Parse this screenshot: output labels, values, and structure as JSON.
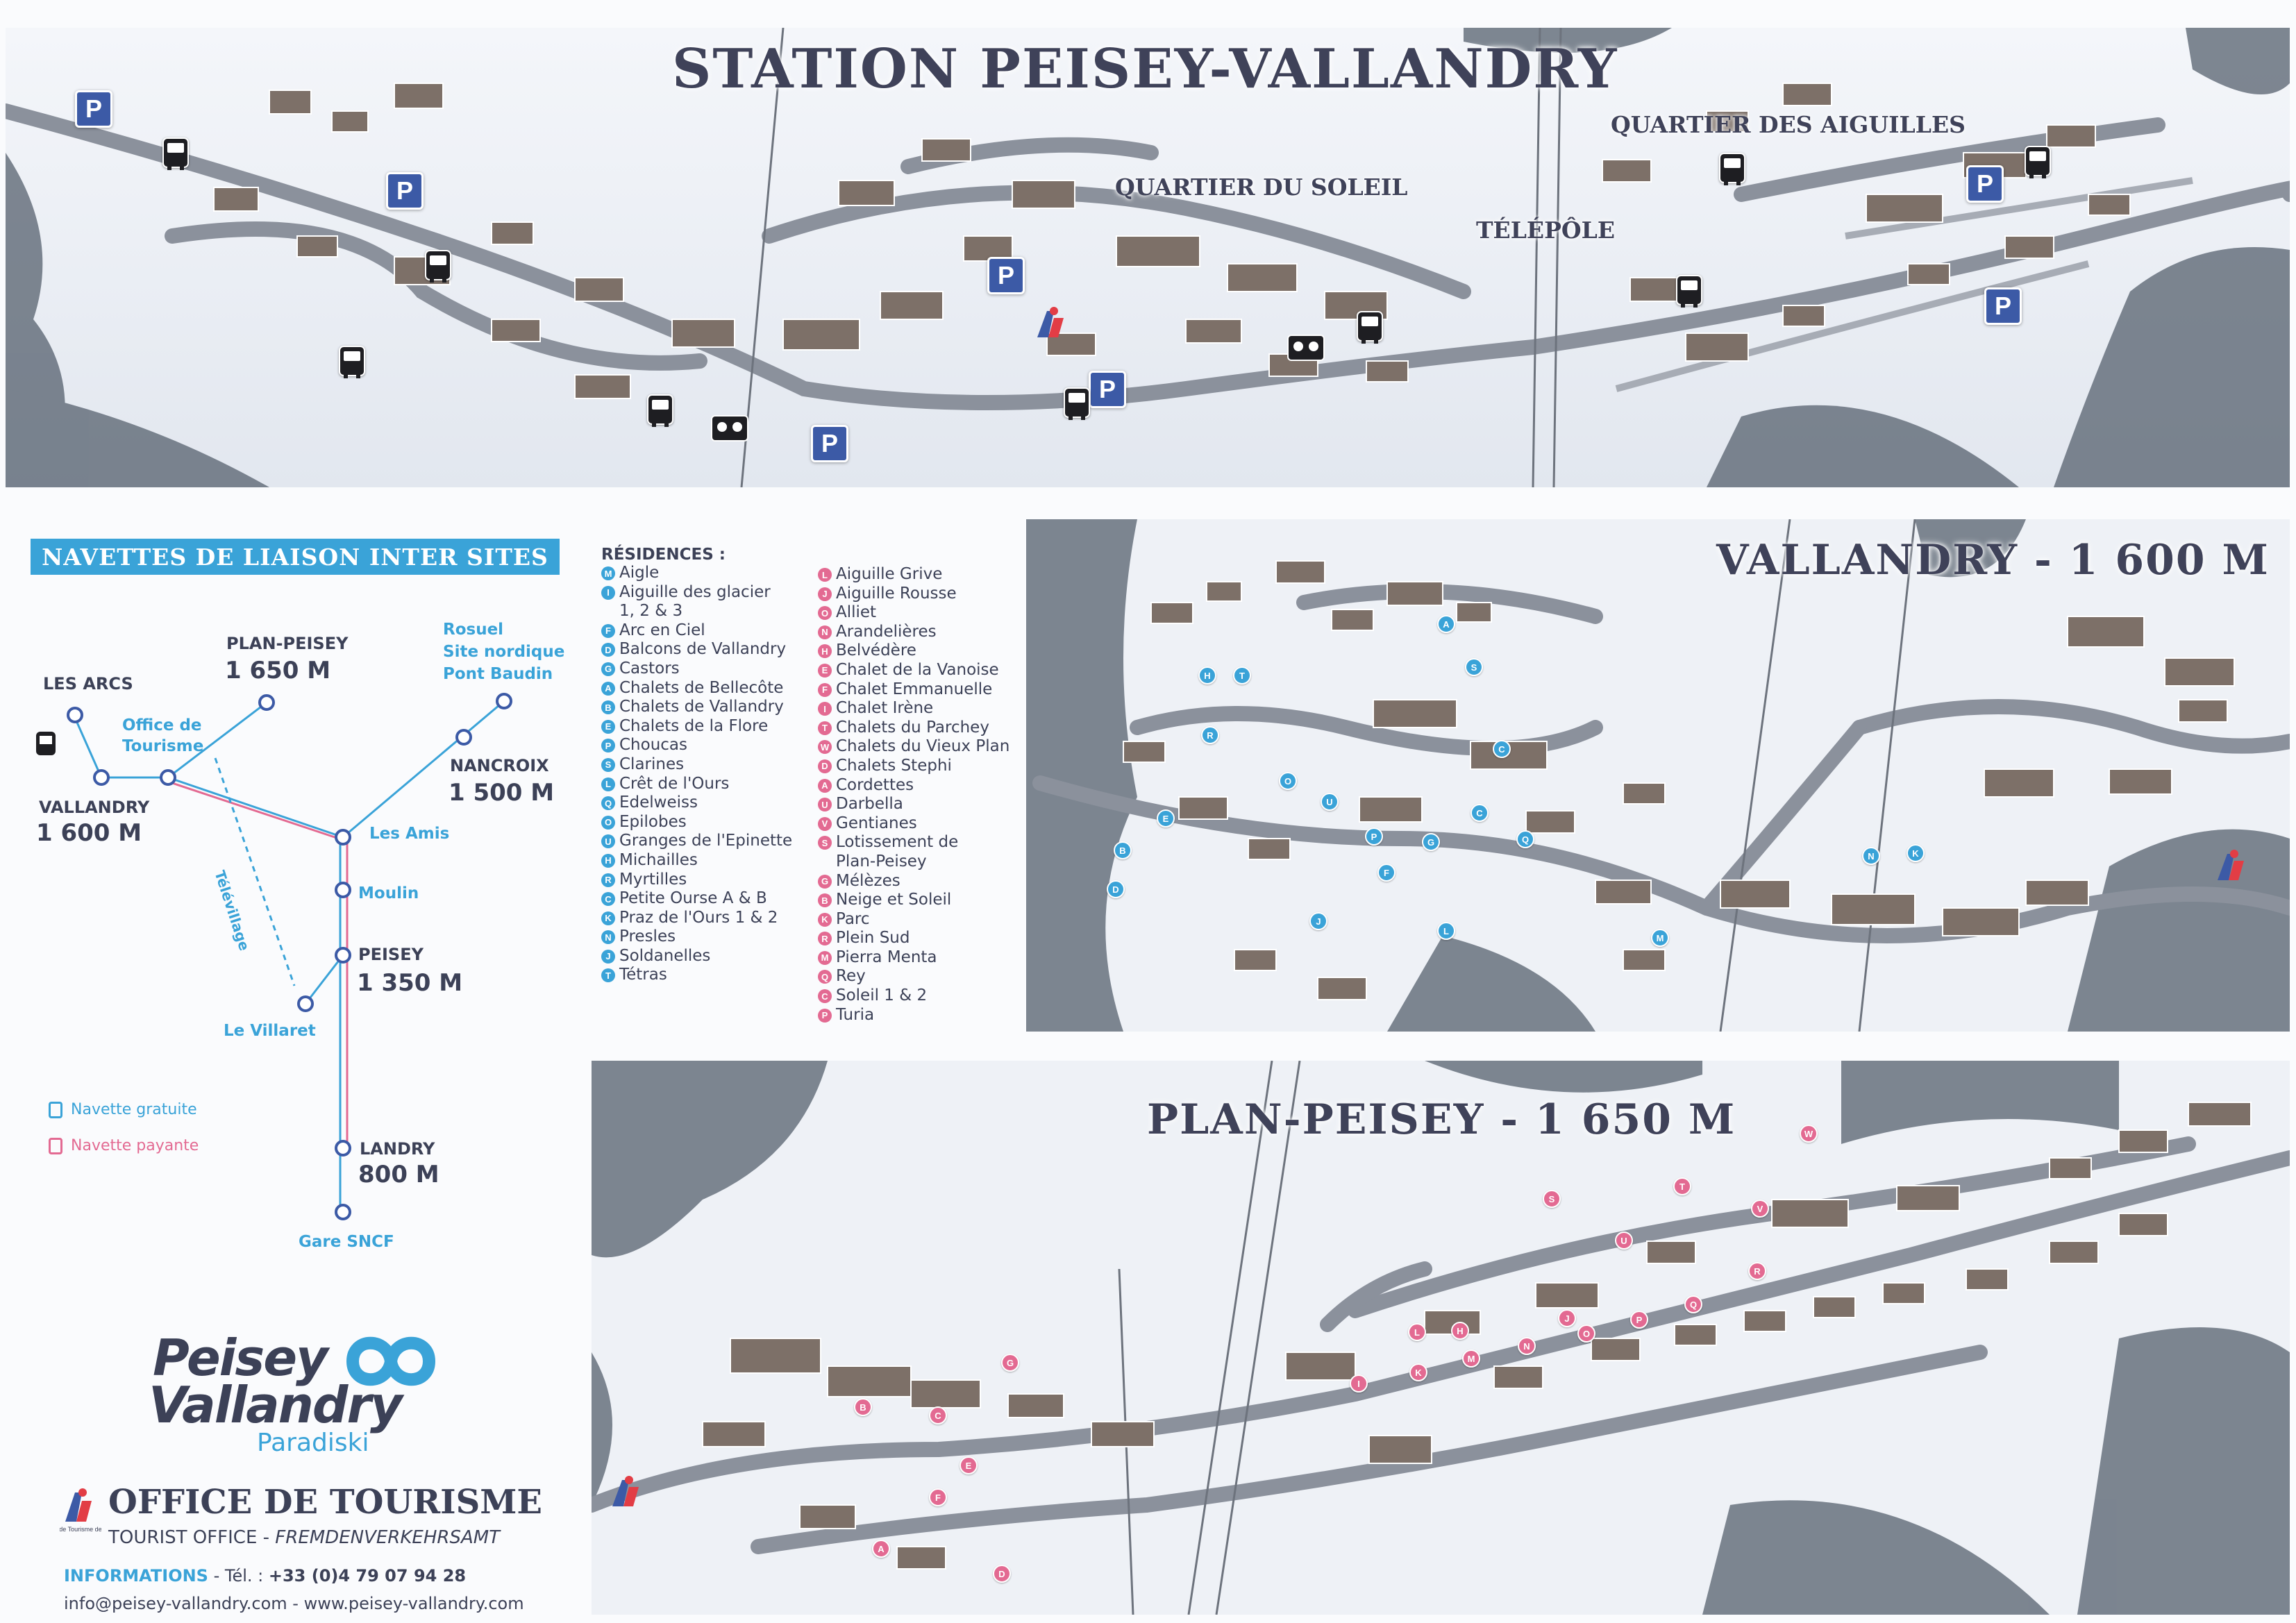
{
  "top_map": {
    "title": "STATION PEISEY-VALLANDRY",
    "labels": {
      "soleil": "QUARTIER DU SOLEIL",
      "aiguilles": "QUARTIER DES AIGUILLES",
      "telepole": "TÉLÉPÔLE"
    },
    "parking_letter": "P"
  },
  "vallandry_map": {
    "title": "VALLANDRY - 1 600 M"
  },
  "plan_map": {
    "title": "PLAN-PEISEY - 1 650 M"
  },
  "navettes": {
    "title": "NAVETTES DE LIAISON INTER SITES",
    "les_arcs": "LES ARCS",
    "plan_peisey": "PLAN-PEISEY",
    "plan_peisey_alt": "1 650 M",
    "rosuel": "Rosuel",
    "site_nordique": "Site nordique",
    "pont_baudin": "Pont Baudin",
    "office_1": "Office de",
    "office_2": "Tourisme",
    "vallandry": "VALLANDRY",
    "vallandry_alt": "1 600 M",
    "nancroix": "NANCROIX",
    "nancroix_alt": "1 500 M",
    "les_amis": "Les Amis",
    "televillage": "Télévillage",
    "moulin": "Moulin",
    "peisey": "PEISEY",
    "peisey_alt": "1 350 M",
    "le_villaret": "Le Villaret",
    "landry": "LANDRY",
    "landry_alt": "800 M",
    "gare": "Gare SNCF",
    "legend_free": "Navette gratuite",
    "legend_paid": "Navette payante",
    "colors": {
      "free": "#3aa3d8",
      "paid": "#e36a92"
    }
  },
  "residences": {
    "heading": "RÉSIDENCES :",
    "col1": [
      {
        "k": "M",
        "c": "b",
        "t": "Aigle"
      },
      {
        "k": "I",
        "c": "b",
        "t": "Aiguille des glacier"
      },
      {
        "k": "",
        "c": "",
        "t": "1, 2 & 3"
      },
      {
        "k": "F",
        "c": "b",
        "t": "Arc en Ciel"
      },
      {
        "k": "D",
        "c": "b",
        "t": "Balcons de Vallandry"
      },
      {
        "k": "G",
        "c": "b",
        "t": "Castors"
      },
      {
        "k": "A",
        "c": "b",
        "t": "Chalets de Bellecôte"
      },
      {
        "k": "B",
        "c": "b",
        "t": "Chalets de Vallandry"
      },
      {
        "k": "E",
        "c": "b",
        "t": "Chalets de la Flore"
      },
      {
        "k": "P",
        "c": "b",
        "t": "Choucas"
      },
      {
        "k": "S",
        "c": "b",
        "t": "Clarines"
      },
      {
        "k": "L",
        "c": "b",
        "t": "Crêt de l'Ours"
      },
      {
        "k": "Q",
        "c": "b",
        "t": "Edelweiss"
      },
      {
        "k": "O",
        "c": "b",
        "t": "Epilobes"
      },
      {
        "k": "U",
        "c": "b",
        "t": "Granges de l'Epinette"
      },
      {
        "k": "H",
        "c": "b",
        "t": "Michailles"
      },
      {
        "k": "R",
        "c": "b",
        "t": "Myrtilles"
      },
      {
        "k": "C",
        "c": "b",
        "t": "Petite Ourse A & B"
      },
      {
        "k": "K",
        "c": "b",
        "t": "Praz de l'Ours 1 & 2"
      },
      {
        "k": "N",
        "c": "b",
        "t": "Presles"
      },
      {
        "k": "J",
        "c": "b",
        "t": "Soldanelles"
      },
      {
        "k": "T",
        "c": "b",
        "t": "Tétras"
      }
    ],
    "col2": [
      {
        "k": "L",
        "c": "p",
        "t": "Aiguille Grive"
      },
      {
        "k": "J",
        "c": "p",
        "t": "Aiguille Rousse"
      },
      {
        "k": "O",
        "c": "p",
        "t": "Alliet"
      },
      {
        "k": "N",
        "c": "p",
        "t": "Arandelières"
      },
      {
        "k": "H",
        "c": "p",
        "t": "Belvédère"
      },
      {
        "k": "E",
        "c": "p",
        "t": "Chalet de la Vanoise"
      },
      {
        "k": "F",
        "c": "p",
        "t": "Chalet Emmanuelle"
      },
      {
        "k": "I",
        "c": "p",
        "t": "Chalet Irène"
      },
      {
        "k": "T",
        "c": "p",
        "t": "Chalets du Parchey"
      },
      {
        "k": "W",
        "c": "p",
        "t": "Chalets du Vieux Plan"
      },
      {
        "k": "D",
        "c": "p",
        "t": "Chalets Stephi"
      },
      {
        "k": "A",
        "c": "p",
        "t": "Cordettes"
      },
      {
        "k": "U",
        "c": "p",
        "t": "Darbella"
      },
      {
        "k": "V",
        "c": "p",
        "t": "Gentianes"
      },
      {
        "k": "S",
        "c": "p",
        "t": "Lotissement de"
      },
      {
        "k": "",
        "c": "",
        "t": "Plan-Peisey"
      },
      {
        "k": "G",
        "c": "p",
        "t": "Mélèzes"
      },
      {
        "k": "B",
        "c": "p",
        "t": "Neige et Soleil"
      },
      {
        "k": "K",
        "c": "p",
        "t": "Parc"
      },
      {
        "k": "R",
        "c": "p",
        "t": "Plein Sud"
      },
      {
        "k": "M",
        "c": "p",
        "t": "Pierra Menta"
      },
      {
        "k": "Q",
        "c": "p",
        "t": "Rey"
      },
      {
        "k": "C",
        "c": "p",
        "t": "Soleil 1 & 2"
      },
      {
        "k": "P",
        "c": "p",
        "t": "Turia"
      }
    ]
  },
  "vallandry_markers": [
    "A",
    "S",
    "H",
    "T",
    "R",
    "C",
    "O",
    "U",
    "E",
    "C",
    "P",
    "B",
    "G",
    "Q",
    "F",
    "D",
    "J",
    "L",
    "M",
    "N",
    "K"
  ],
  "plan_markers": [
    "S",
    "T",
    "V",
    "U",
    "R",
    "J",
    "L",
    "H",
    "G",
    "Q",
    "P",
    "O",
    "N",
    "M",
    "K",
    "I",
    "B",
    "C",
    "E",
    "F",
    "A",
    "D",
    "W"
  ],
  "logo": {
    "line1": "Peisey",
    "line2": "Vallandry",
    "line3": "Paradiski",
    "ot_small": "Offices de Tourisme de France"
  },
  "office": {
    "title": "OFFICE DE TOURISME",
    "sub_plain": "TOURIST OFFICE - ",
    "sub_italic": "FREMDENVERKEHRSAMT",
    "info_label": "INFORMATIONS",
    "info_tel_prefix": " - Tél. : ",
    "info_tel": "+33 (0)4 79 07 94 28",
    "email_line": "info@peisey-vallandry.com - www.peisey-vallandry.com"
  }
}
